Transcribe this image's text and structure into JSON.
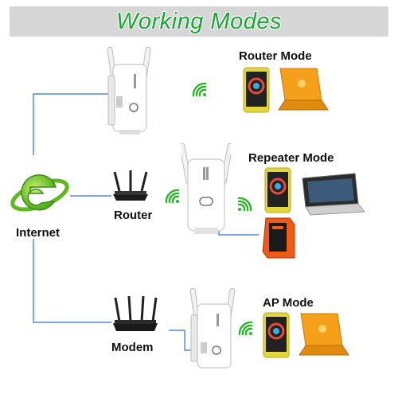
{
  "header": {
    "title": "Working Modes"
  },
  "modes": {
    "router": {
      "label": "Router Mode"
    },
    "repeater": {
      "label": "Repeater Mode"
    },
    "ap": {
      "label": "AP Mode"
    }
  },
  "nodes": {
    "internet": {
      "label": "Internet"
    },
    "router": {
      "label": "Router"
    },
    "modem": {
      "label": "Modem"
    }
  },
  "colors": {
    "banner_bg": "#d6d6d6",
    "title_green": "#16a832",
    "wire_blue": "#2e6fd8",
    "wifi_green": "#2cb52c",
    "phone_body": "#e2d63a",
    "laptop_body": "#f4a01a",
    "pc_orange": "#f05a14",
    "internet_green": "#7ed321"
  },
  "icons": [
    "internet-globe-icon",
    "wifi-signal-icon",
    "smartphone-icon",
    "laptop-icon",
    "tablet-laptop-icon",
    "desktop-pc-icon",
    "router-device-icon",
    "modem-device-icon",
    "range-extender-icon"
  ]
}
